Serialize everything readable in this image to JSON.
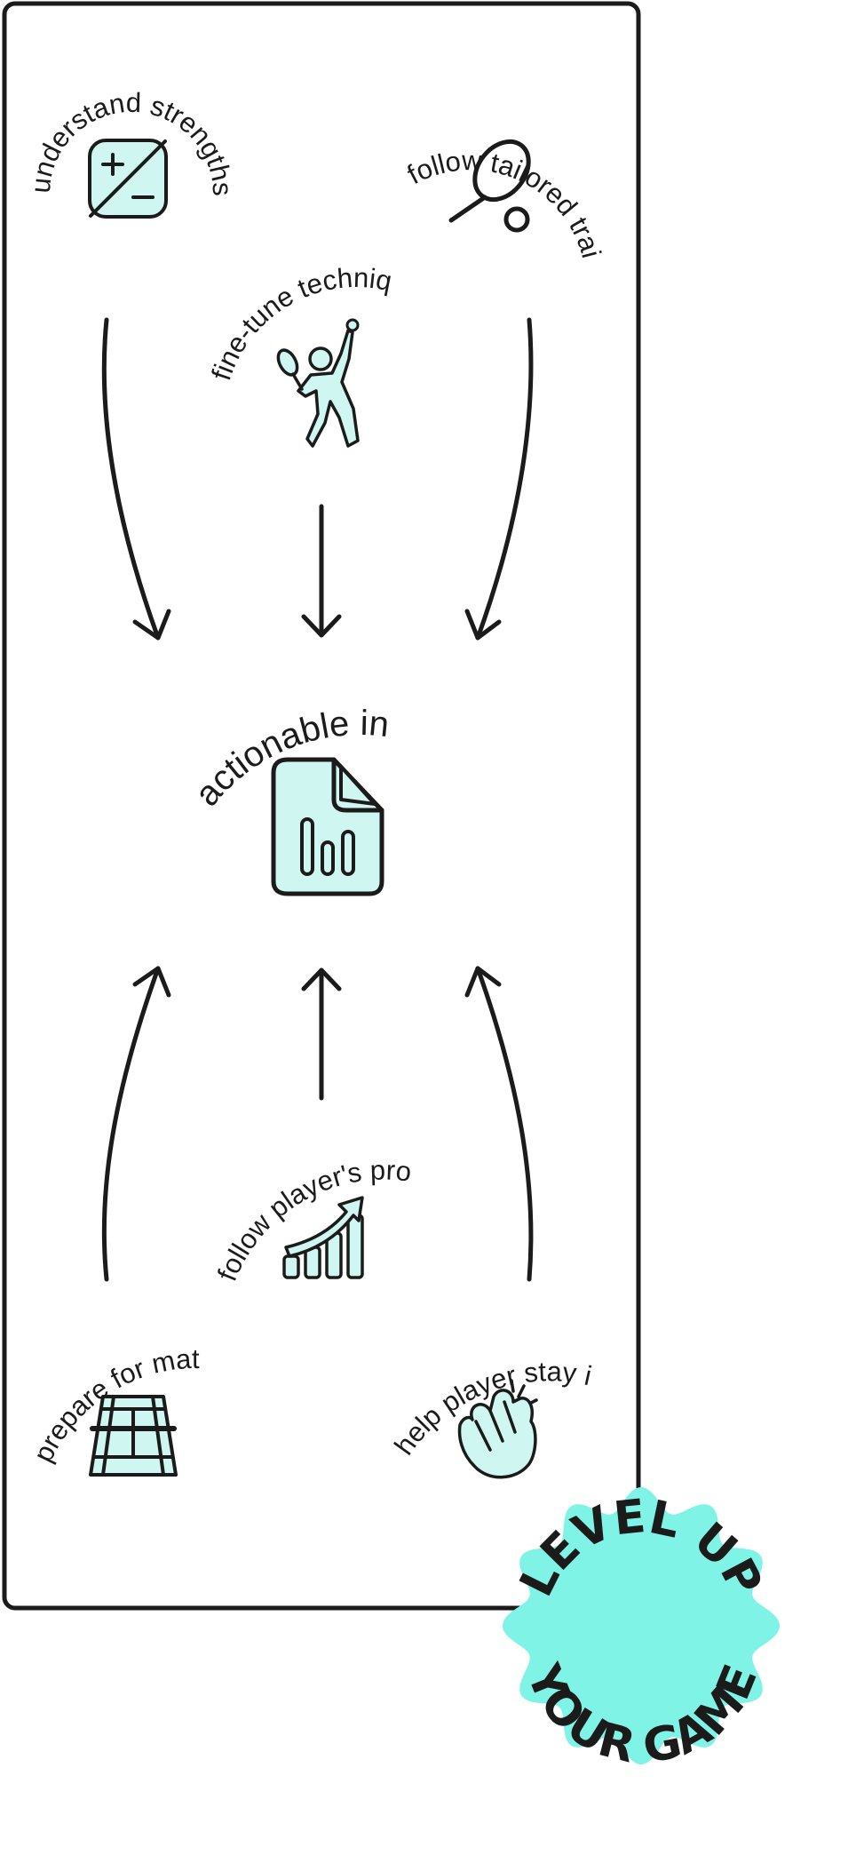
{
  "nodes": {
    "strengths": {
      "label": "understand strengths and weaknesses",
      "icon": "plus-minus-icon"
    },
    "training": {
      "label": "follow tailored training plans",
      "icon": "racket-ball-icon"
    },
    "technique": {
      "label": "fine-tune technique",
      "icon": "tennis-player-icon"
    },
    "insights": {
      "label": "actionable insights",
      "icon": "chart-document-icon"
    },
    "progress": {
      "label": "follow player's progress",
      "icon": "growth-chart-icon"
    },
    "matches": {
      "label": "prepare for matches",
      "icon": "tennis-court-icon"
    },
    "involved": {
      "label": "help player stay involved",
      "icon": "clapping-hands-icon"
    }
  },
  "badge": {
    "line1": "LEVEL UP",
    "line2": "YOUR GAME",
    "color": "#7ef3e6"
  },
  "colors": {
    "ink": "#1b1b1b",
    "icon_fill": "#cff6f1",
    "badge": "#7ef3e6"
  }
}
